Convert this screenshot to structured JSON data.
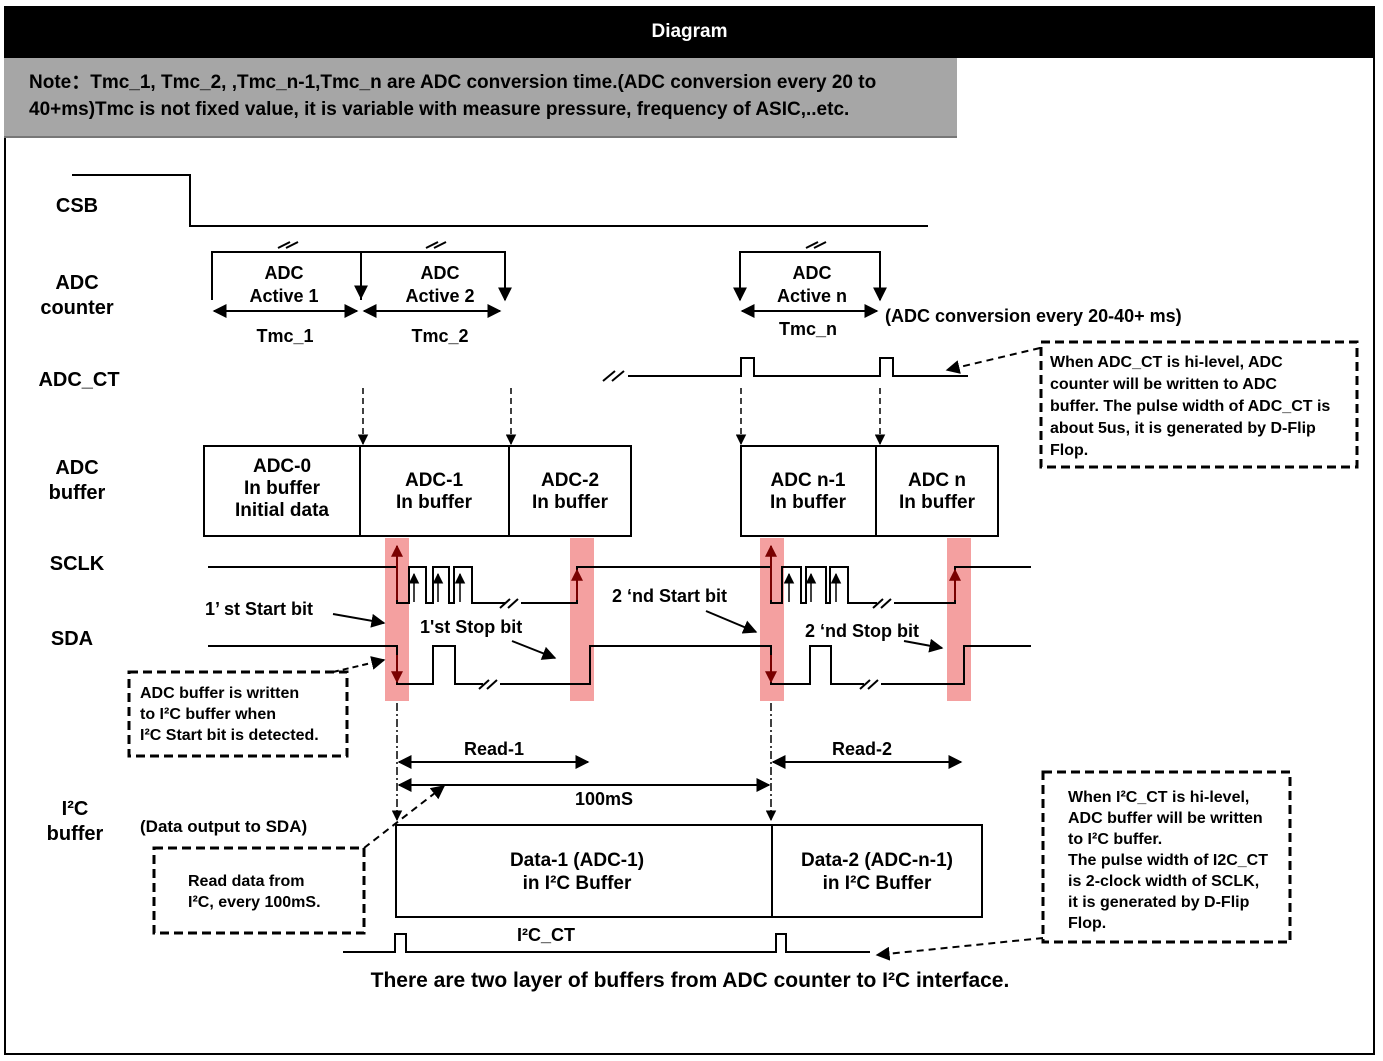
{
  "header": {
    "title": "Diagram"
  },
  "note": {
    "line1": "Note：Tmc_1, Tmc_2, ,Tmc_n-1,Tmc_n are ADC conversion time.(ADC conversion every 20 to",
    "line2": "40+ms)Tmc is not fixed value, it is variable with measure pressure, frequency of ASIC,..etc."
  },
  "signals": {
    "csb": "CSB",
    "adc_counter_1": "ADC",
    "adc_counter_2": "counter",
    "adc_ct": "ADC_CT",
    "adc_buffer_1": "ADC",
    "adc_buffer_2": "buffer",
    "sclk": "SCLK",
    "sda": "SDA",
    "i2c_buffer_1": "I²C",
    "i2c_buffer_2": "buffer"
  },
  "adc_active": {
    "a1_l1": "ADC",
    "a1_l2": "Active 1",
    "a2_l1": "ADC",
    "a2_l2": "Active 2",
    "an_l1": "ADC",
    "an_l2": "Active n"
  },
  "tmc": {
    "t1": "Tmc_1",
    "t2": "Tmc_2",
    "tn": "Tmc_n"
  },
  "conversion_note": "(ADC conversion every 20-40+ ms)",
  "adc_buffers": {
    "b0_l1": "ADC-0",
    "b0_l2": "In buffer",
    "b0_l3": "Initial data",
    "b1_l1": "ADC-1",
    "b1_l2": "In buffer",
    "b2_l1": "ADC-2",
    "b2_l2": "In buffer",
    "bn1_l1": "ADC n-1",
    "bn1_l2": "In buffer",
    "bn_l1": "ADC n",
    "bn_l2": "In buffer"
  },
  "bits": {
    "start1": "1’  st Start bit",
    "stop1": "1'st Stop bit",
    "start2": "2 ‘nd Start bit",
    "stop2": "2 ‘nd Stop bit"
  },
  "callouts": {
    "adc_ct_l1": "When ADC_CT is hi-level, ADC",
    "adc_ct_l2": "counter will be written to ADC",
    "adc_ct_l3": "buffer. The pulse width of ADC_CT is",
    "adc_ct_l4": "about 5us, it is generated by D-Flip",
    "adc_ct_l5": "Flop.",
    "adcbuf_l1": "ADC buffer is written",
    "adcbuf_l2": "to I²C buffer when",
    "adcbuf_l3": "I²C Start bit is detected.",
    "read_l1": "Read data from",
    "read_l2": "I²C, every 100mS.",
    "i2cct_l1": "When I²C_CT is hi-level,",
    "i2cct_l2": "ADC buffer will be written",
    "i2cct_l3": "to I²C buffer.",
    "i2cct_l4": "The pulse width of I2C_CT",
    "i2cct_l5": "is 2-clock width of SCLK,",
    "i2cct_l6": "it is generated by D-Flip",
    "i2cct_l7": "Flop."
  },
  "reads": {
    "r1": "Read-1",
    "r2": "Read-2",
    "period": "100mS"
  },
  "data_output": "(Data output to SDA)",
  "i2c_buffers": {
    "d1_l1": "Data-1 (ADC-1)",
    "d1_l2": "in I²C Buffer",
    "d2_l1": "Data-2 (ADC-n-1)",
    "d2_l2": "in I²C Buffer"
  },
  "i2c_ct": "I²C_CT",
  "footer": "There are two layer of buffers from ADC counter to I²C interface.",
  "colors": {
    "highlight": "#f4a0a0",
    "arrow_dark": "#7a0000",
    "note_bg": "#a6a6a6"
  }
}
